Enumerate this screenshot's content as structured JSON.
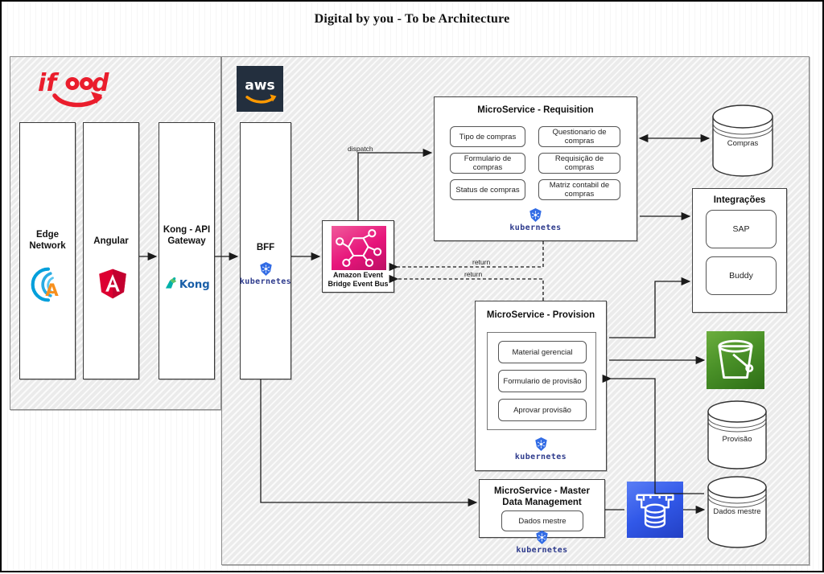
{
  "page": {
    "title": "Digital by you - To be Architecture"
  },
  "panels": {
    "ifood": {
      "logo": "ifood-logo",
      "label": "ifood"
    },
    "aws": {
      "logo": "aws-logo",
      "label": "aws"
    }
  },
  "client_columns": [
    {
      "name": "edge-network",
      "label": "Edge\nNetwork",
      "logo": "akamai-logo"
    },
    {
      "name": "angular",
      "label": "Angular",
      "logo": "angular-logo"
    },
    {
      "name": "kong",
      "label": "Kong -\nAPI\nGateway",
      "logo": "kong-logo"
    }
  ],
  "bff": {
    "label": "BFF",
    "platform": "kubernetes"
  },
  "eventbridge": {
    "label": "Amazon Event\nBridge Event Bus",
    "icon": "eventbridge-icon"
  },
  "microservices": [
    {
      "name": "requisition",
      "title": "MicroService - Requisition",
      "platform": "kubernetes",
      "chips": [
        "Tipo de compras",
        "Questionario de compras",
        "Formulario de compras",
        "Requisição de compras",
        "Status de compras",
        "Matriz contabil de compras"
      ]
    },
    {
      "name": "provision",
      "title": "MicroService - Provision",
      "platform": "kubernetes",
      "chips": [
        "Material gerencial",
        "Formulario de provisão",
        "Aprovar provisão"
      ]
    },
    {
      "name": "master-data-management",
      "title": "MicroService - Master Data Management",
      "platform": "kubernetes",
      "chips": [
        "Dados mestre"
      ]
    }
  ],
  "datastores": [
    {
      "name": "compras-db",
      "label": "Compras",
      "kind": "cylinder"
    },
    {
      "name": "provisao-db",
      "label": "Provisão",
      "kind": "cylinder"
    },
    {
      "name": "dados-mestre-db",
      "label": "Dados mestre",
      "kind": "cylinder"
    }
  ],
  "integrations": {
    "title": "Integrações",
    "items": [
      {
        "label": "SAP"
      },
      {
        "label": "Buddy"
      }
    ]
  },
  "service_icons": [
    {
      "name": "s3-bucket-icon",
      "label": ""
    },
    {
      "name": "dynamodb-icon",
      "label": ""
    }
  ],
  "edge_labels": {
    "dispatch": "dispatch",
    "return_top": "return",
    "return_bottom": "return"
  },
  "colors": {
    "ifood_red": "#ea1d2c",
    "aws_navy": "#232f3e",
    "aws_orange": "#ff9900",
    "eventbridge_pink": "#e7157b",
    "s3_green": "#3f8624",
    "dynamo_blue": "#2e57e8",
    "k8s_blue": "#326ce5",
    "angular_red": "#dd0031",
    "kong_blue": "#1a5fa8",
    "kong_green": "#00b1a9",
    "akamai_blue": "#009fdb",
    "akamai_orange": "#f7901e",
    "panel_bg": "#ebebeb"
  }
}
